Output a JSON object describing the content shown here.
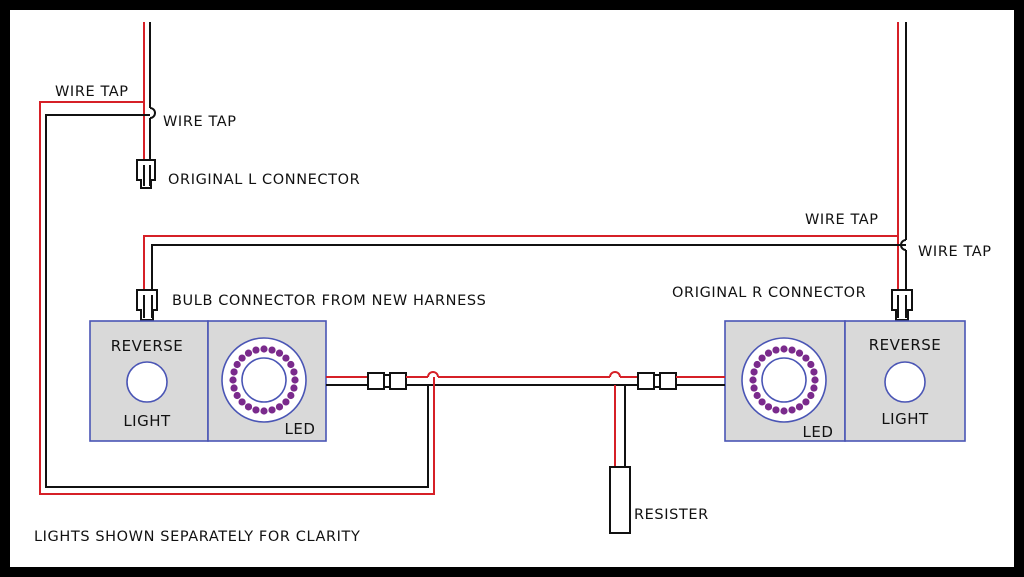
{
  "labels": {
    "wire_tap_l_outer": "WIRE TAP",
    "wire_tap_l_inner": "WIRE TAP",
    "original_l_connector": "ORIGINAL L CONNECTOR",
    "wire_tap_r_outer": "WIRE TAP",
    "wire_tap_r_inner": "WIRE TAP",
    "bulb_connector": "BULB CONNECTOR FROM NEW HARNESS",
    "original_r_connector": "ORIGINAL R CONNECTOR",
    "resister": "RESISTER",
    "footnote": "LIGHTS SHOWN SEPARATELY FOR CLARITY"
  },
  "left_light": {
    "reverse": "REVERSE",
    "light": "LIGHT",
    "led": "LED"
  },
  "right_light": {
    "reverse": "REVERSE",
    "light": "LIGHT",
    "led": "LED"
  },
  "colors": {
    "wire_red": "#d62027",
    "wire_black": "#111111",
    "box_fill": "#d9d9d9",
    "box_border": "#4a55b5",
    "led_dot": "#7a2a8c"
  }
}
